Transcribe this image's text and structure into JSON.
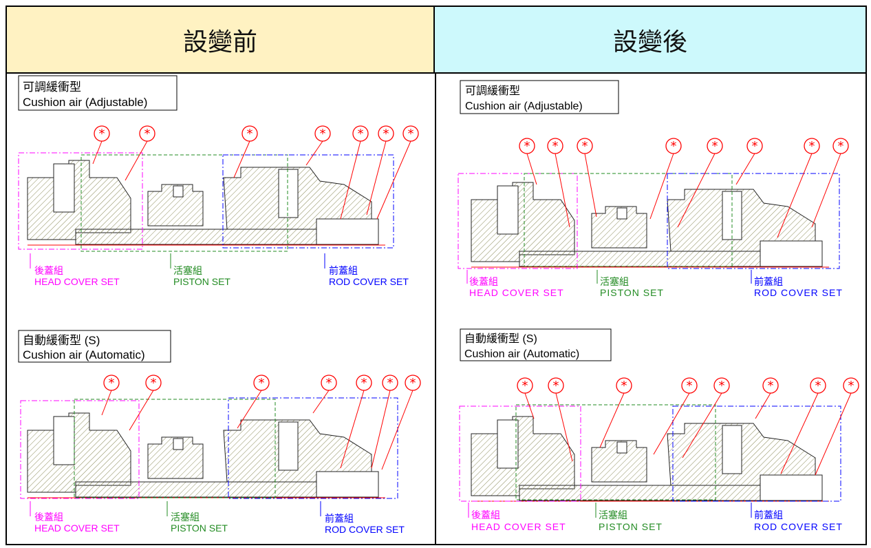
{
  "header": {
    "left_title": "設變前",
    "right_title": "設變後"
  },
  "panels": {
    "before_adjustable": {
      "title_zh": "可調緩衝型",
      "title_en": "Cushion air (Adjustable)"
    },
    "before_automatic": {
      "title_zh": "自動緩衝型 (S)",
      "title_en": "Cushion air (Automatic)"
    },
    "after_adjustable": {
      "title_zh": "可調緩衝型",
      "title_en": "Cushion air (Adjustable)"
    },
    "after_automatic": {
      "title_zh": "自動緩衝型 (S)",
      "title_en": "Cushion air (Automatic)"
    }
  },
  "labels": {
    "head_zh": "後蓋組",
    "head_en": "HEAD COVER SET",
    "piston_zh": "活塞組",
    "piston_en": "PISTON SET",
    "rod_zh": "前蓋組",
    "rod_en": "ROD COVER SET",
    "marker": "*"
  },
  "colors": {
    "head": "#ff00ff",
    "piston": "#228b22",
    "rod": "#0000ff",
    "marker": "#ff0000",
    "hatch": "#8b8b5a"
  }
}
